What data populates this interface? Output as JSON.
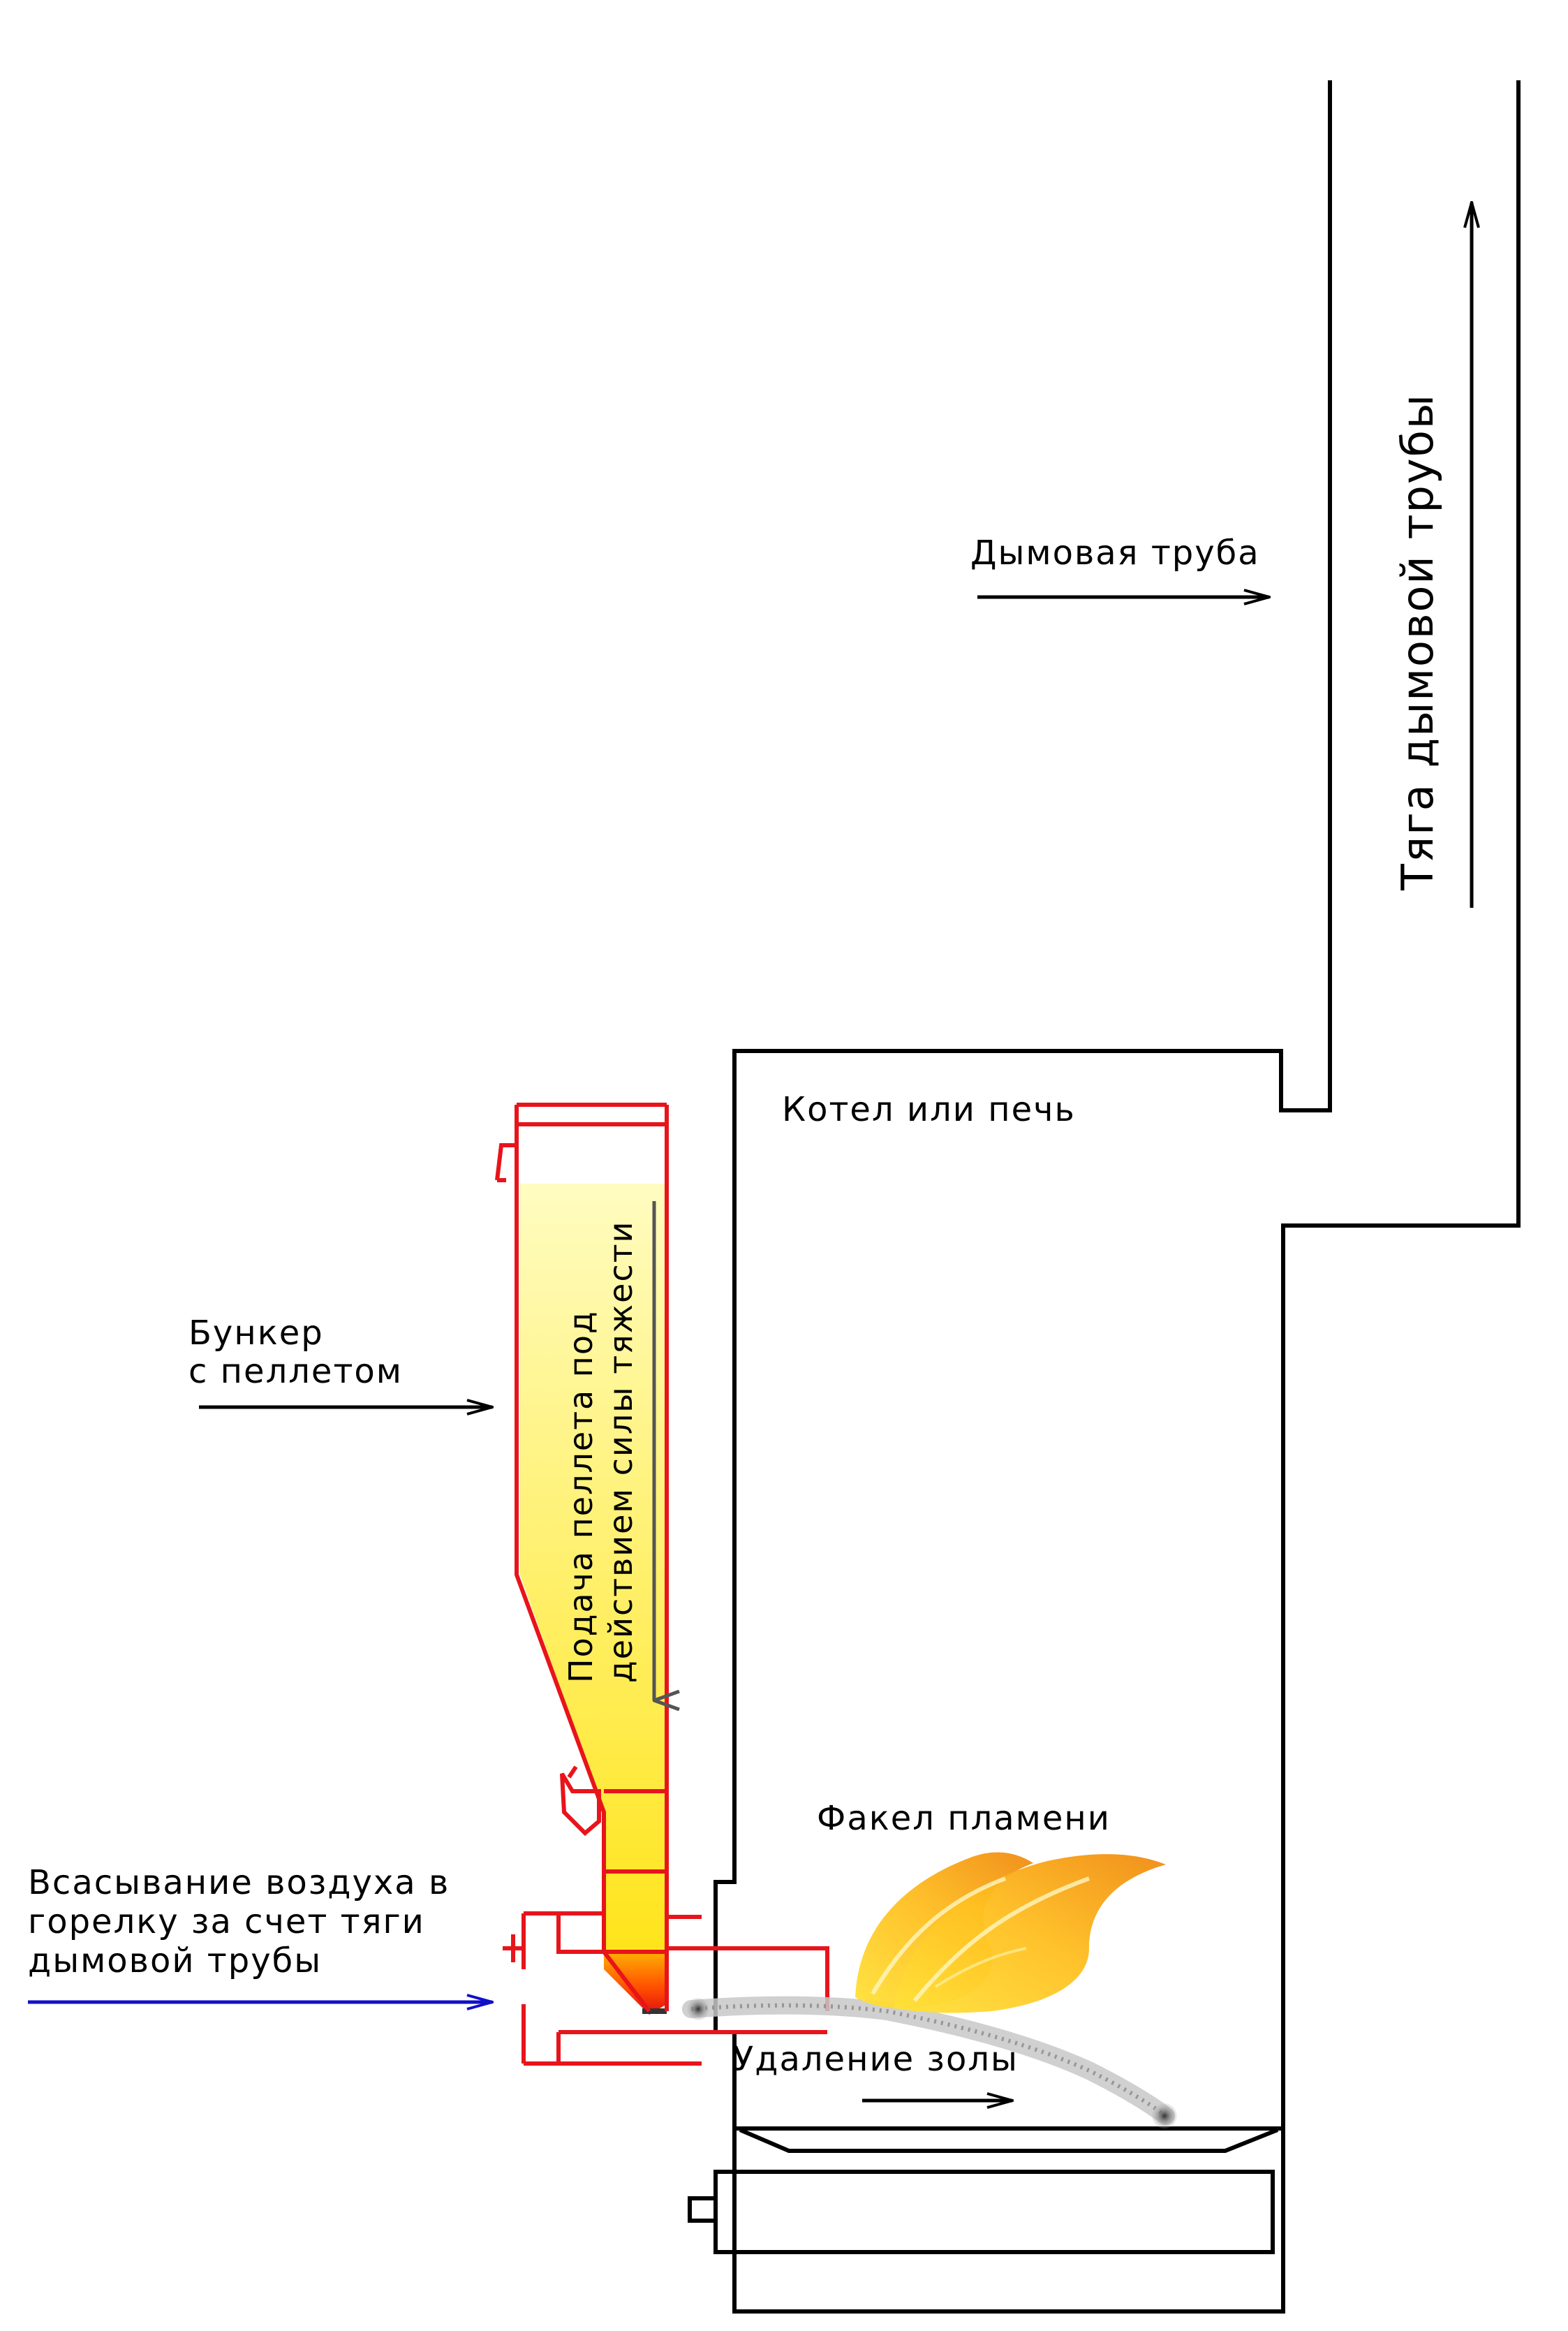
{
  "labels": {
    "chimney": "Дымовая труба",
    "chimney_draft": "Тяга дымовой трубы",
    "boiler": "Котел или печь",
    "hopper_line1": "Бункер",
    "hopper_line2": "с пеллетом",
    "pellet_feed_line1": "Подача пеллета под",
    "pellet_feed_line2": "действием силы тяжести",
    "flame": "Факел пламени",
    "air_line1": "Всасывание воздуха в",
    "air_line2": "горелку за счет тяги",
    "air_line3": "дымовой трубы",
    "ash": "Удаление золы"
  },
  "colors": {
    "outline": "#000000",
    "burner": "#e8141b",
    "air_arrow": "#1010c8",
    "pellet_fill_top": "#fffbb0",
    "pellet_fill_bottom": "#ffe61a",
    "flame_orange": "#f59a12",
    "flame_yellow": "#ffd21f",
    "feed_arrow": "#555555"
  }
}
